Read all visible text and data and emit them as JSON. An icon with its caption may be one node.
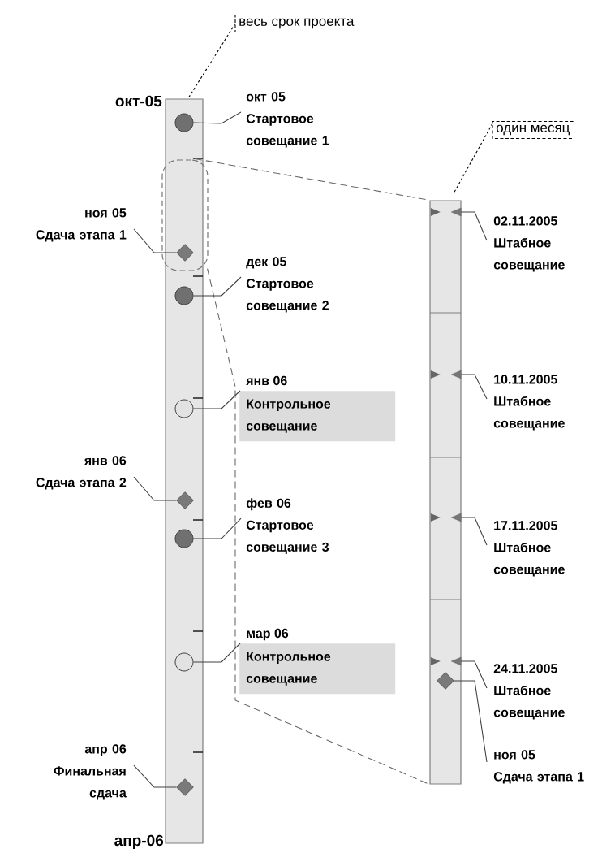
{
  "diagram": {
    "nodes": [
      {
        "text": [
          "весь срок проекта"
        ]
      },
      {
        "text": [],
        "shape": "bar",
        "beside": [
          "окт-05",
          "апр-06"
        ]
      },
      {
        "text": [],
        "shape": "circle",
        "in": 1
      },
      {
        "text": [
          "окт 05",
          "Стартовое совещание 1"
        ]
      },
      {
        "text": [
          "один месяц"
        ]
      },
      {
        "text": [],
        "shape": "box"
      },
      {
        "text": [],
        "shape": "bar"
      },
      {
        "text": [],
        "shape": "triangle",
        "in": 6
      },
      {
        "text": [
          "02.11.2005",
          "Штабное совещание"
        ]
      },
      {
        "text": [
          "ноя 05",
          "Сдача этапа 1"
        ]
      },
      {
        "text": [],
        "shape": "diamond",
        "in": 5
      },
      {
        "text": [],
        "shape": "circle",
        "in": 1
      },
      {
        "text": [
          "дек 05",
          "Стартовое совещание 2"
        ]
      },
      {
        "text": [
          "янв 06",
          "Контрольное совещание"
        ]
      },
      {
        "text": [],
        "shape": "circle",
        "in": 1
      },
      {
        "text": [],
        "shape": "triangle",
        "in": 6
      },
      {
        "text": [
          "10.11.2005",
          "Штабное совещание"
        ]
      },
      {
        "text": [
          "янв 06",
          "Сдача этапа 2"
        ]
      },
      {
        "text": [],
        "shape": "diamond",
        "in": 1
      },
      {
        "text": [
          "фев 06",
          "Стартовое совещание 3"
        ]
      },
      {
        "text": [],
        "shape": "circle",
        "in": 1
      },
      {
        "text": [],
        "shape": "triangle",
        "in": 6
      },
      {
        "text": [
          "17.11.2005",
          "Штабное совещание"
        ]
      },
      {
        "text": [
          "мар 06",
          "Контрольное совещание"
        ]
      },
      {
        "text": [],
        "shape": "circle",
        "in": 1
      },
      {
        "text": [],
        "shape": "triangle",
        "in": 6
      },
      {
        "text": [
          "24.11.2005",
          "Штабное совещание"
        ]
      },
      {
        "text": [],
        "shape": "diamond",
        "in": 6
      },
      {
        "text": [
          "ноя 05",
          "Сдача этапа 1"
        ]
      },
      {
        "text": [
          "апр 06",
          "Финальная сдача"
        ]
      },
      {
        "text": [],
        "shape": "diamond",
        "in": 1
      }
    ],
    "edges": [
      {
        "from": 0,
        "to": 1,
        "arrow": "none",
        "style": "dashed"
      },
      {
        "from": 3,
        "to": 2,
        "arrow": "none"
      },
      {
        "from": 4,
        "to": 6,
        "arrow": "none",
        "style": "dashed"
      },
      {
        "from": 5,
        "to": 6,
        "arrow": "none",
        "style": "dashed"
      },
      {
        "from": 5,
        "to": 6,
        "arrow": "none",
        "style": "dashed"
      },
      {
        "from": 8,
        "to": 7,
        "arrow": "none"
      },
      {
        "from": 9,
        "to": 10,
        "arrow": "none"
      },
      {
        "from": 12,
        "to": 11,
        "arrow": "none"
      },
      {
        "from": 13,
        "to": 14,
        "arrow": "none"
      },
      {
        "from": 16,
        "to": 15,
        "arrow": "none"
      },
      {
        "from": 17,
        "to": 18,
        "arrow": "none"
      },
      {
        "from": 19,
        "to": 20,
        "arrow": "none"
      },
      {
        "from": 22,
        "to": 21,
        "arrow": "none"
      },
      {
        "from": 23,
        "to": 24,
        "arrow": "none"
      },
      {
        "from": 26,
        "to": 25,
        "arrow": "none"
      },
      {
        "from": 28,
        "to": 27,
        "arrow": "none"
      },
      {
        "from": 29,
        "to": 30,
        "arrow": "none"
      }
    ]
  }
}
